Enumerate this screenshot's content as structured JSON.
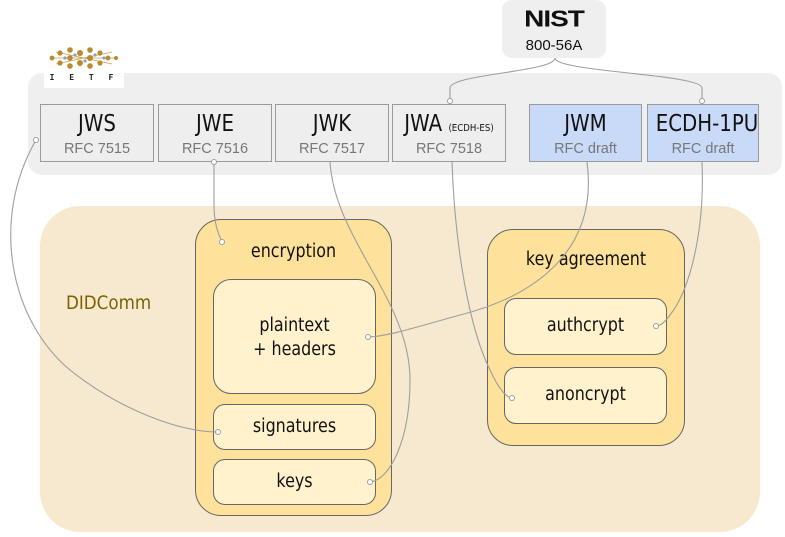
{
  "ietf": {
    "logo_text": "I E T F"
  },
  "nist": {
    "logo": "NIST",
    "standard": "800-56A"
  },
  "specs": [
    {
      "name": "JWS",
      "rfc": "RFC 7515"
    },
    {
      "name": "JWE",
      "rfc": "RFC 7516"
    },
    {
      "name": "JWK",
      "rfc": "RFC 7517"
    },
    {
      "name": "JWA",
      "note": "(ECDH-ES)",
      "rfc": "RFC 7518"
    },
    {
      "name": "JWM",
      "rfc": "RFC draft"
    },
    {
      "name": "ECDH-1PU",
      "rfc": "RFC draft"
    }
  ],
  "didcomm": {
    "label": "DIDComm",
    "encryption": {
      "title": "encryption",
      "plaintext_line1": "plaintext",
      "plaintext_line2": "+ headers",
      "signatures": "signatures",
      "keys": "keys"
    },
    "key_agreement": {
      "title": "key agreement",
      "authcrypt": "authcrypt",
      "anoncrypt": "anoncrypt"
    }
  },
  "colors": {
    "ietf_band": "#efefef",
    "spec_box": "#eeeeee",
    "draft_box": "#c9daf8",
    "didcomm_area": "#f6e9cf",
    "group_fill": "#fee19a",
    "item_fill": "#fff2cc",
    "didcomm_text": "#7f6000",
    "wire": "#9e9e9e"
  }
}
